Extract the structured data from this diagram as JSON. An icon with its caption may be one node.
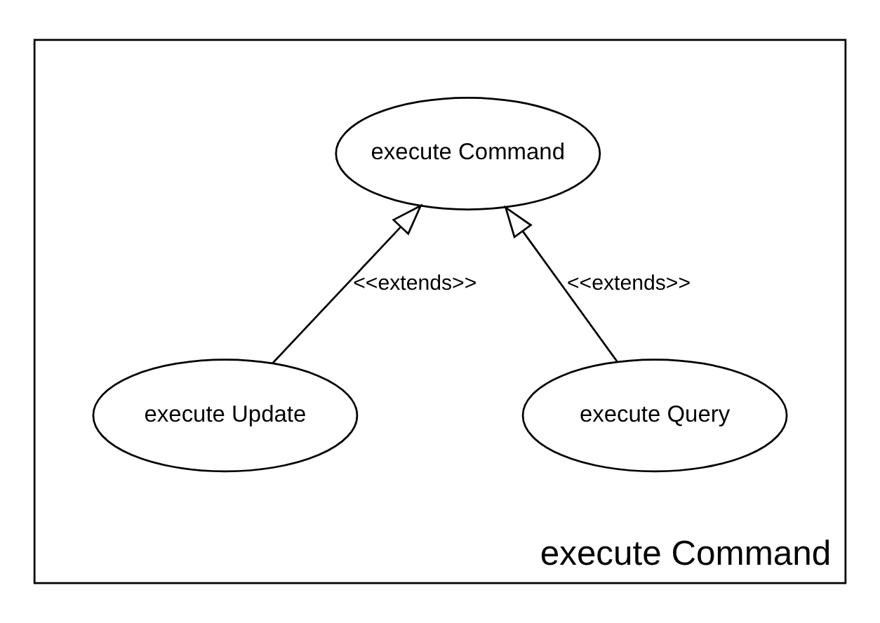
{
  "diagram": {
    "nodes": [
      {
        "text": [
          "execute Command"
        ]
      },
      {
        "text": [
          "execute Command"
        ],
        "in": 0
      },
      {
        "text": [
          "execute Query"
        ],
        "in": 0
      },
      {
        "text": [
          "execute Update"
        ],
        "in": 0
      }
    ],
    "edges": [
      {
        "from": 2,
        "to": 1,
        "arrow": "to",
        "label": "<<extends>>"
      },
      {
        "from": 3,
        "to": 1,
        "arrow": "to",
        "label": "<<extends>>"
      }
    ]
  }
}
